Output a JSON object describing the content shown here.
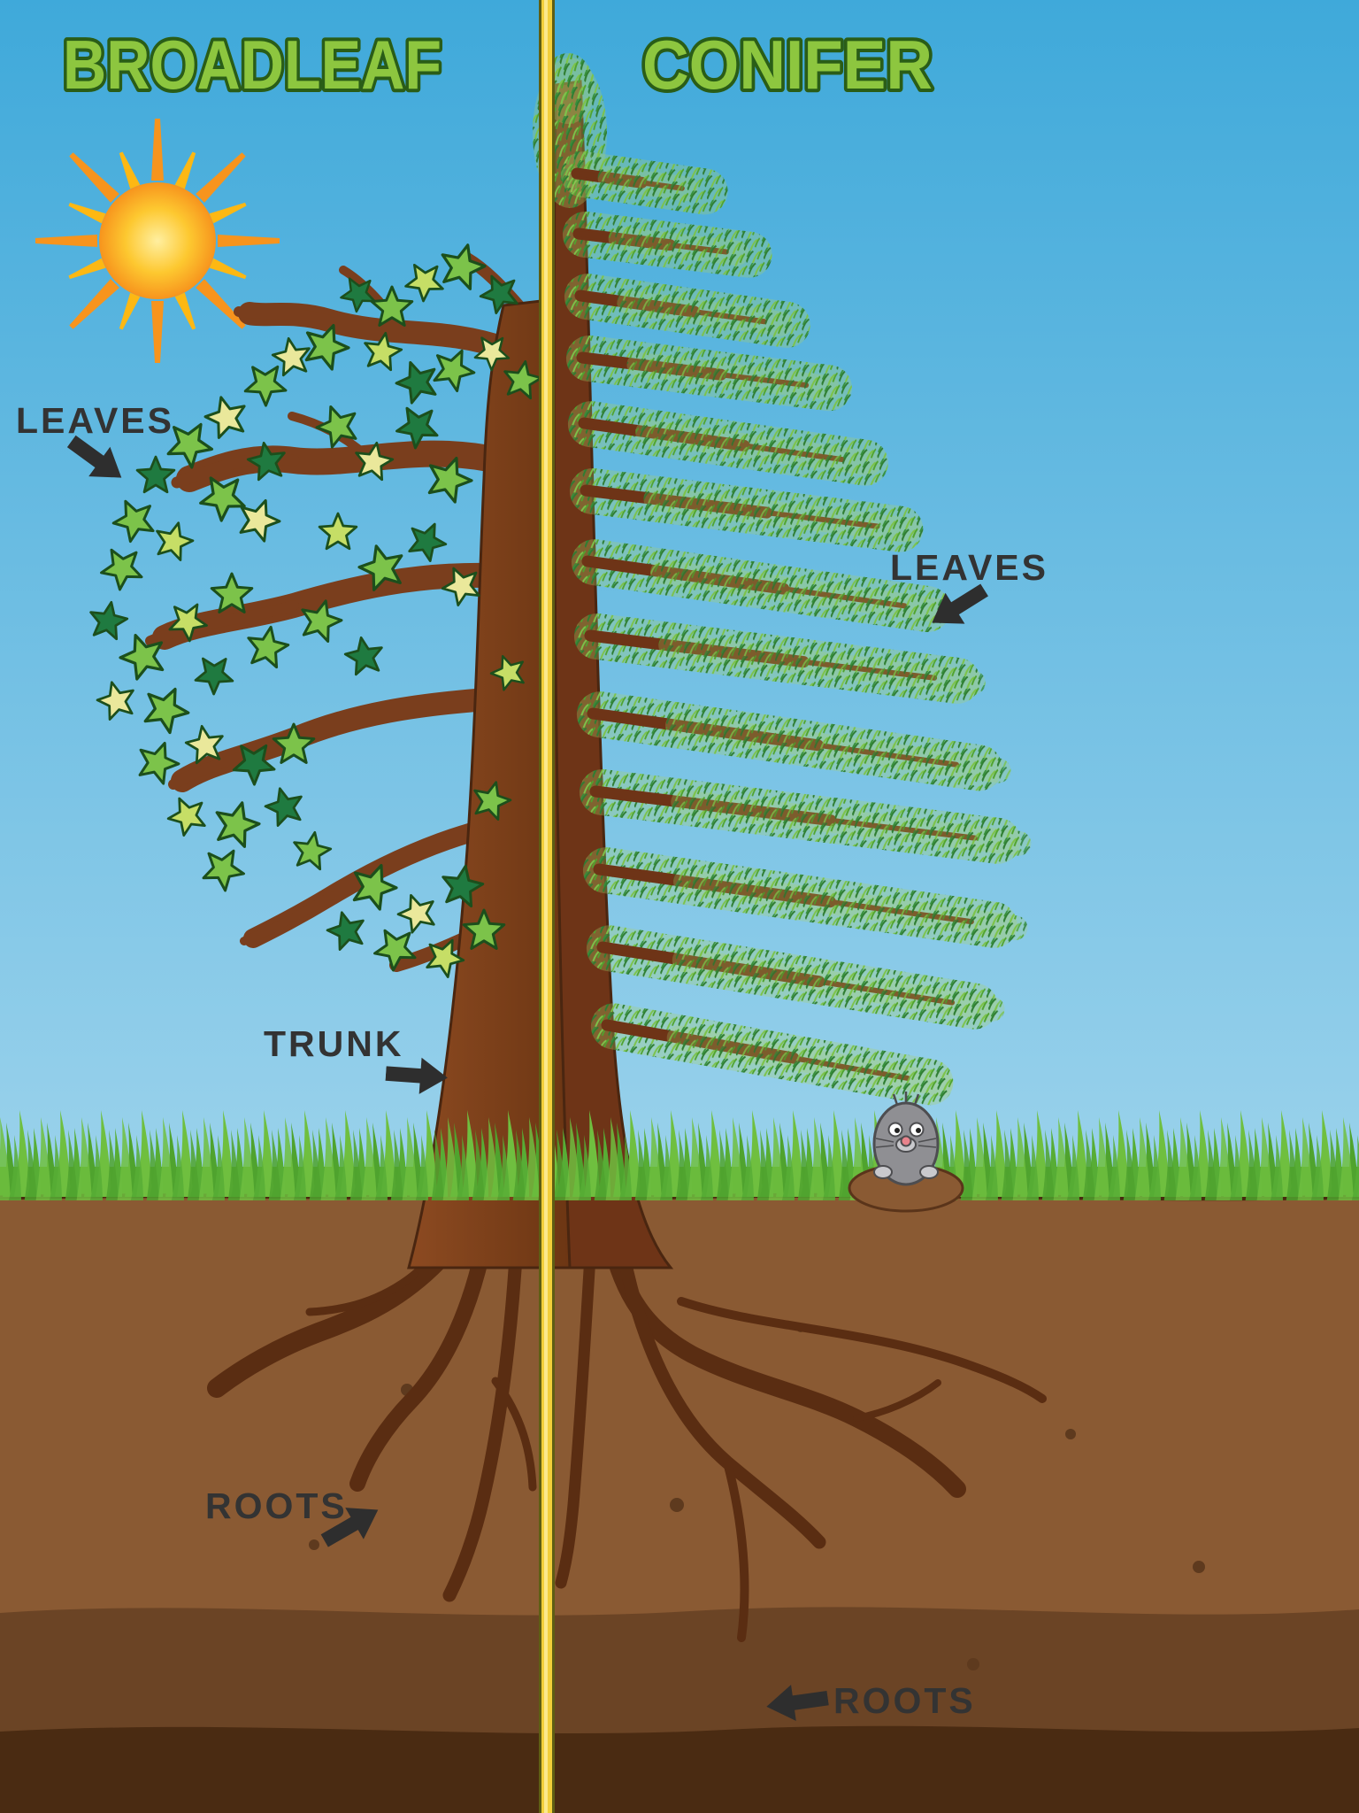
{
  "left_panel": {
    "title": "BROADLEAF",
    "leaves_label": "LEAVES",
    "trunk_label": "TRUNK",
    "roots_label": "ROOTS"
  },
  "right_panel": {
    "title": "CONIFER",
    "leaves_label": "LEAVES",
    "roots_label": "ROOTS"
  },
  "colors": {
    "title_fill": "#8DC63F",
    "title_outline": "#2A5D17",
    "label_text": "#333333",
    "arrow": "#2E2E2E",
    "sky_top": "#3FA9DA",
    "sky_horizon": "#CDEAF5",
    "sun_core": "#FDB813",
    "sun_rays": "#F7941D",
    "trunk_brown": "#7A3E1D",
    "conifer_trunk_brown": "#6E3417",
    "leaf_green": "#7CC34A",
    "leaf_dark_green": "#1F7A40",
    "leaf_pale_yellow": "#EAE89B",
    "needle_green": "#4FA32E",
    "grass_green": "#6FBF3F",
    "soil_brown": "#8A5A33",
    "soil_dark": "#4A2B12",
    "divider_yellow": "#F2CF3A"
  },
  "icons": {
    "sun": "sun-icon",
    "mole": "mole-icon",
    "leaf": "maple-leaf-icon",
    "label_arrow": "thick-arrow-icon"
  }
}
